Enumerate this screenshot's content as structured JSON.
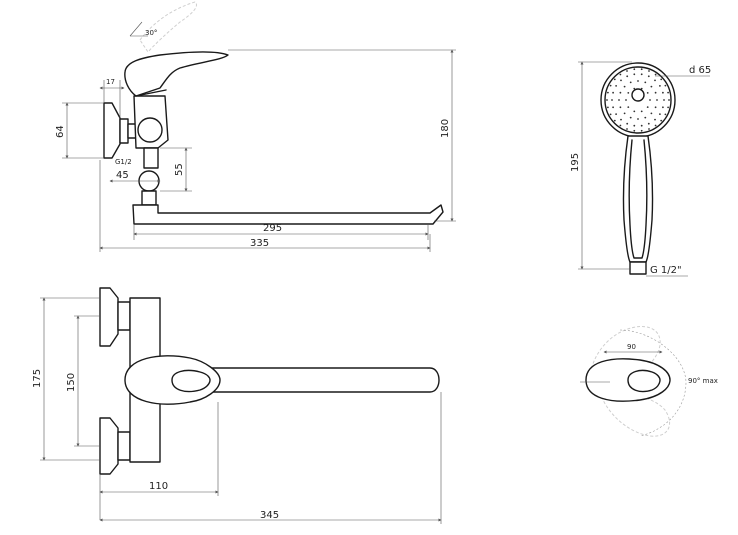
{
  "side_view": {
    "angle_label": "30°",
    "dim_17": "17",
    "dim_64": "64",
    "thread_label": "G1/2",
    "dim_45": "45",
    "dim_55": "55",
    "dim_180": "180",
    "dim_295": "295",
    "dim_335": "335"
  },
  "top_view": {
    "dim_175": "175",
    "dim_150": "150",
    "dim_110": "110",
    "dim_345": "345"
  },
  "shower_head": {
    "diameter_label": "d 65",
    "height_label": "195",
    "thread_label": "G 1/2\""
  },
  "lever_detail": {
    "dim_90": "90",
    "swing_label": "90° max"
  }
}
